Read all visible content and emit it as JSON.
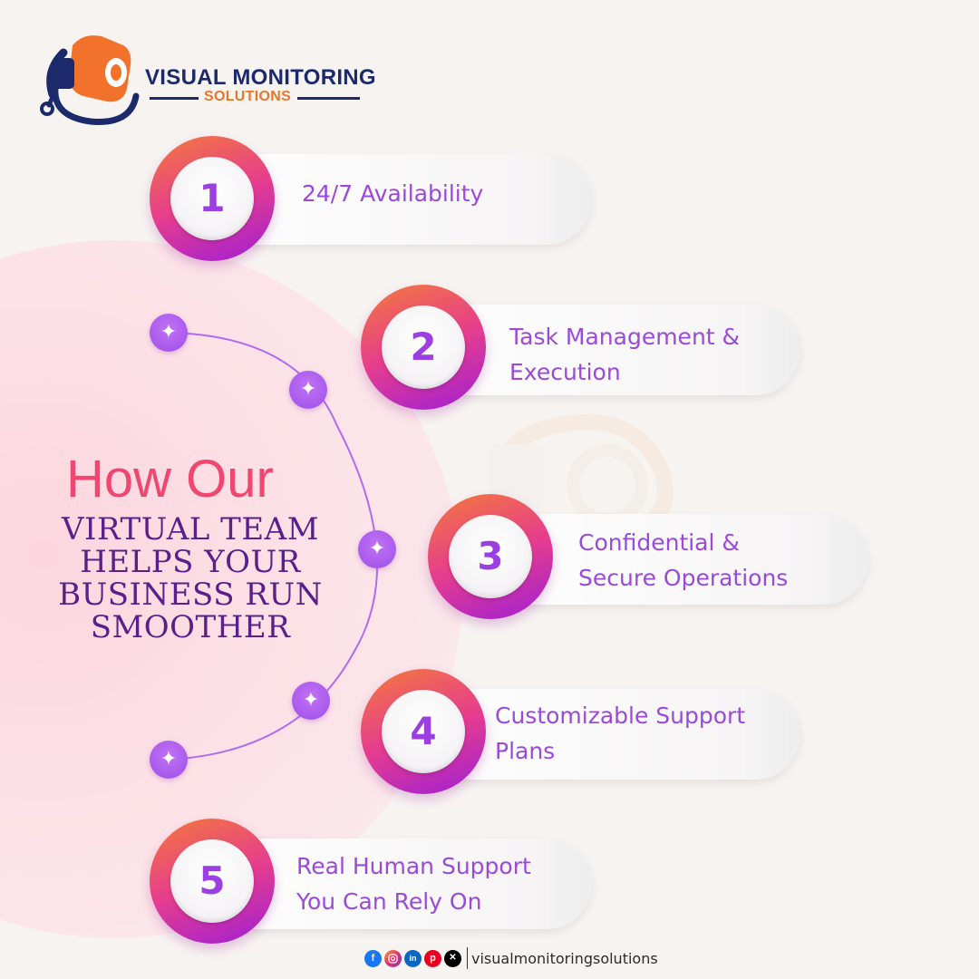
{
  "brand": {
    "title": "VISUAL MONITORING",
    "subtitle": "SOLUTIONS",
    "colors": {
      "navy": "#1c2a6b",
      "orange": "#e8762b"
    }
  },
  "heading": {
    "line1": "How Our",
    "line2": "VIRTUAL TEAM HELPS YOUR BUSINESS RUN SMOOTHER"
  },
  "items": [
    {
      "number": "1",
      "label": "24/7 Availability"
    },
    {
      "number": "2",
      "label_line1": "Task Management &",
      "label_line2": "Execution"
    },
    {
      "number": "3",
      "label_line1": "Confidential &",
      "label_line2": "Secure Operations"
    },
    {
      "number": "4",
      "label_line1": "Customizable Support",
      "label_line2": "Plans"
    },
    {
      "number": "5",
      "label_line1": "Real Human Support",
      "label_line2": "You Can Rely On"
    }
  ],
  "footer": {
    "social_icons": [
      "facebook-icon",
      "instagram-icon",
      "linkedin-icon",
      "pinterest-icon",
      "x-icon"
    ],
    "handle": "visualmonitoringsolutions"
  },
  "colors": {
    "background": "#f7f3f1",
    "accent_pink": "#f0466f",
    "accent_purple": "#9a4ad8",
    "heading_purple": "#5a1f8a",
    "badge_gradient": [
      "#f47a3a",
      "#e63d8d",
      "#9f1fd6"
    ]
  }
}
